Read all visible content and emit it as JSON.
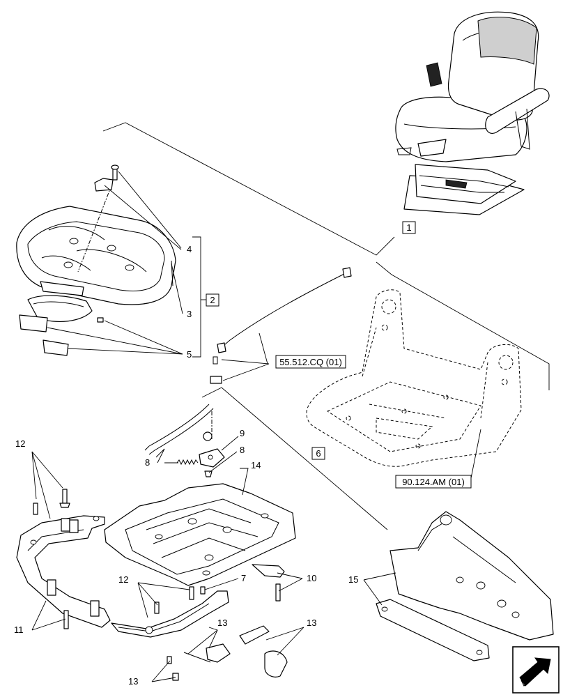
{
  "callouts": {
    "c1": "1",
    "c2": "2",
    "c3": "3",
    "c4": "4",
    "c5": "5",
    "c6": "6",
    "c7": "7",
    "c8a": "8",
    "c8b": "8",
    "c9": "9",
    "c10": "10",
    "c11": "11",
    "c12a": "12",
    "c12b": "12",
    "c13a": "13",
    "c13b": "13",
    "c13c": "13",
    "c14": "14",
    "c15": "15"
  },
  "references": {
    "harness": "55.512.CQ (01)",
    "frame": "90.124.AM (01)"
  },
  "icons": {
    "nav": "next-arrow-icon"
  }
}
